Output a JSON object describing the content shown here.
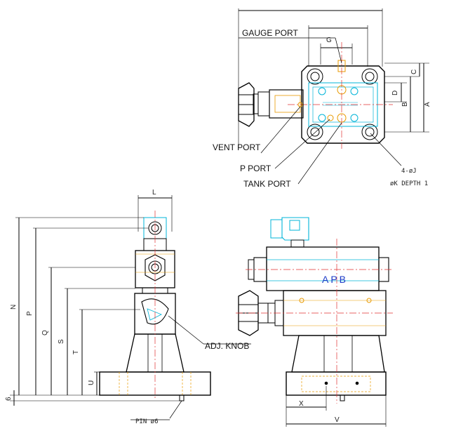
{
  "callouts": {
    "gauge_port": "GAUGE PORT",
    "vent_port": "VENT PORT",
    "p_port": "P PORT",
    "tank_port": "TANK PORT",
    "adj_knob": "ADJ. KNOB",
    "pin": "PIN ø6",
    "hole_count": "4-øJ",
    "depth": "øK DEPTH 1"
  },
  "dimensions": {
    "G": "G",
    "C": "C",
    "D": "D",
    "B": "B",
    "A": "A",
    "L": "L",
    "N": "N",
    "P": "P",
    "Q": "Q",
    "S": "S",
    "T": "T",
    "U": "U",
    "six": "6",
    "X": "X",
    "V": "V"
  },
  "solenoid_label": "APB",
  "colors": {
    "outline": "#000000",
    "cyan": "#00b4d8",
    "orange": "#e89a00",
    "center": "#e23030",
    "blue_text": "#1e3cc8"
  }
}
